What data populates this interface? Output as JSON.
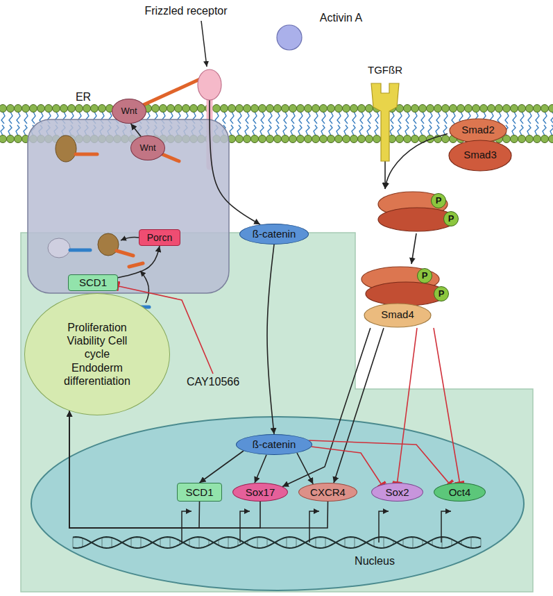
{
  "diagram": {
    "nodes": [
      {
        "text": [
          "ER"
        ]
      },
      {
        "text": [
          "Wnt"
        ],
        "in": 0
      },
      {
        "text": [
          "Porcn"
        ],
        "in": 0
      },
      {
        "text": [
          "SCD1"
        ],
        "in": 0
      },
      {
        "text": [
          "Wnt"
        ]
      },
      {
        "text": [
          "Frizzled receptor"
        ]
      },
      {
        "text": [
          "Activin A"
        ]
      },
      {
        "text": [
          "TGFßR"
        ]
      },
      {
        "text": [
          "Smad2",
          "Smad3"
        ]
      },
      {
        "text": [
          "P",
          "P"
        ]
      },
      {
        "text": [
          "P",
          "P",
          "Smad4"
        ]
      },
      {
        "text": [
          "ß-catenin"
        ]
      },
      {
        "text": [
          "CAY10566"
        ]
      },
      {
        "text": [
          "Proliferation Viability Cell cycle Endoderm differentiation"
        ]
      },
      {
        "text": [
          "Nucleus"
        ]
      },
      {
        "text": [
          "ß-catenin"
        ],
        "in": 14
      },
      {
        "text": [
          "SCD1"
        ],
        "in": 14
      },
      {
        "text": [
          "Sox17"
        ],
        "in": 14
      },
      {
        "text": [
          "CXCR4"
        ],
        "in": 14
      },
      {
        "text": [
          "Sox2"
        ],
        "in": 14
      },
      {
        "text": [
          "Oct4"
        ],
        "in": 14
      }
    ],
    "edges": [
      {
        "from": 1,
        "to": 4,
        "arrow": "to"
      },
      {
        "from": 5,
        "to": 11,
        "arrow": "to"
      },
      {
        "from": 11,
        "to": 15,
        "arrow": "to"
      },
      {
        "from": 7,
        "to": 9,
        "arrow": "to"
      },
      {
        "from": 8,
        "to": 9,
        "arrow": "to"
      },
      {
        "from": 9,
        "to": 10,
        "arrow": "to"
      },
      {
        "from": 3,
        "to": 2,
        "arrow": "to"
      },
      {
        "from": 12,
        "to": 3,
        "arrow": "to"
      },
      {
        "from": 10,
        "to": 17,
        "arrow": "to"
      },
      {
        "from": 10,
        "to": 18,
        "arrow": "to"
      },
      {
        "from": 10,
        "to": 19,
        "arrow": "to"
      },
      {
        "from": 10,
        "to": 20,
        "arrow": "to"
      },
      {
        "from": 15,
        "to": 16,
        "arrow": "to"
      },
      {
        "from": 15,
        "to": 17,
        "arrow": "to"
      },
      {
        "from": 15,
        "to": 18,
        "arrow": "to"
      },
      {
        "from": 15,
        "to": 19,
        "arrow": "to"
      },
      {
        "from": 15,
        "to": 20,
        "arrow": "to"
      },
      {
        "from": 16,
        "to": 13,
        "arrow": "to"
      },
      {
        "from": 17,
        "to": 13,
        "arrow": "to"
      },
      {
        "from": 18,
        "to": 13,
        "arrow": "to"
      }
    ]
  }
}
